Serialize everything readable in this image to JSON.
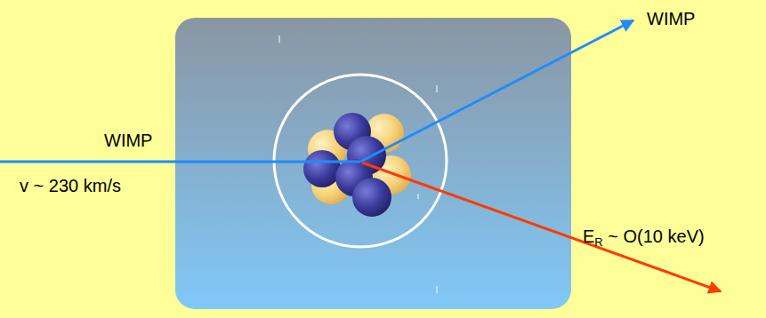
{
  "diagram": {
    "labels": [
      "WIMP",
      "WIMP",
      "v ~ 230 km/s",
      "ER ~ O(10 keV)"
    ]
  }
}
